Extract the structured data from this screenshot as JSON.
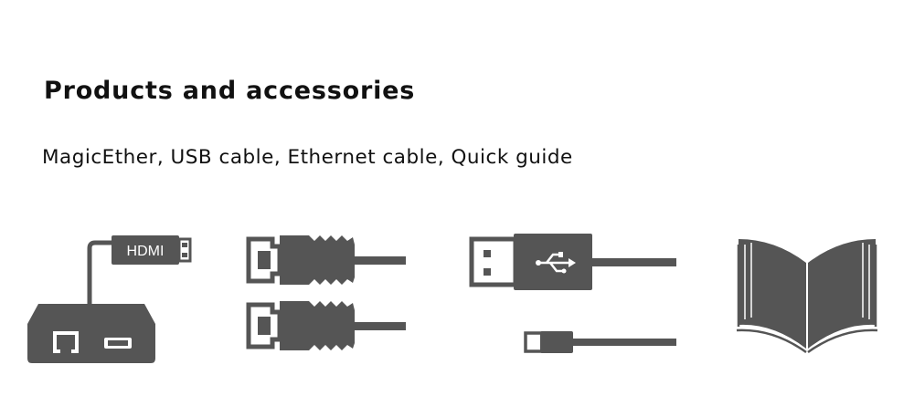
{
  "heading": "Products and accessories",
  "contents": "MagicEther, USB cable, Ethernet cable, Quick guide",
  "adapter": {
    "port_label": "HDMI"
  },
  "colors": {
    "icon": "#555555",
    "text": "#111111",
    "background": "#ffffff"
  },
  "icons": [
    "hdmi-adapter-icon",
    "ethernet-cable-icon",
    "usb-cable-icon",
    "book-icon"
  ]
}
